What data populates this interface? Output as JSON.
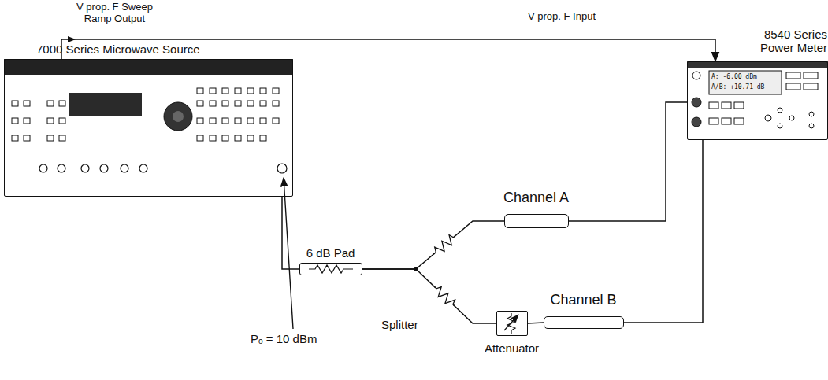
{
  "diagram": {
    "nodes": [
      {
        "text": [
          "7000 Series Microwave Source"
        ]
      },
      {
        "text": [
          "8540 Series Power Meter"
        ]
      },
      {
        "text": [
          "6 dB Pad"
        ]
      },
      {
        "text": [
          "Channel A"
        ]
      },
      {
        "text": [
          "Attenuator"
        ]
      },
      {
        "text": [
          "Channel B"
        ]
      }
    ],
    "edges": [
      {
        "from": 0,
        "to": 1,
        "arrow": "to"
      },
      {
        "from": 0,
        "to": 2,
        "arrow": "none"
      },
      {
        "from": 2,
        "to": 3,
        "arrow": "none"
      },
      {
        "from": 2,
        "to": 4,
        "arrow": "none"
      },
      {
        "from": 4,
        "to": 5,
        "arrow": "none"
      },
      {
        "from": 3,
        "to": 1,
        "arrow": "none"
      },
      {
        "from": 5,
        "to": 1,
        "arrow": "none"
      }
    ],
    "labels": [
      "V prop. F Sweep Ramp Output",
      "V prop. F Input",
      "Pₒ = 10 dBm",
      "Splitter",
      "A: -6.00 dBm",
      "A/B: +10.71 dB"
    ]
  }
}
